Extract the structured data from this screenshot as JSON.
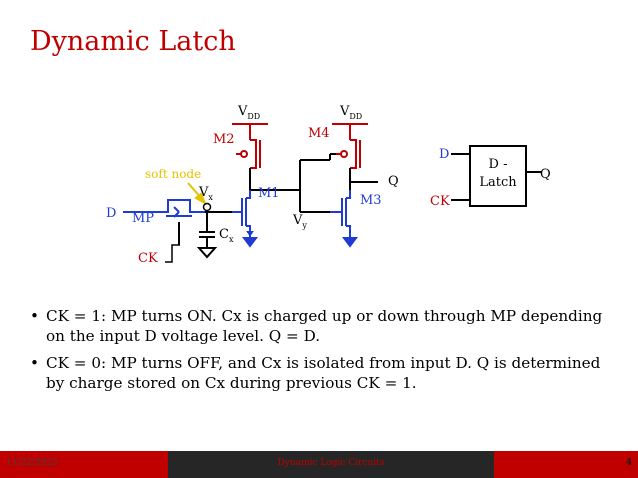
{
  "slide": {
    "title": "Dynamic Latch"
  },
  "diagram": {
    "labels": {
      "vdd_main": "V",
      "vdd_sub": "DD",
      "m1": "M1",
      "m2": "M2",
      "m3": "M3",
      "m4": "M4",
      "mp": "MP",
      "d_input": "D",
      "ck": "CK",
      "q_output": "Q",
      "vx_main": "V",
      "vx_sub": "x",
      "vy_main": "V",
      "vy_sub": "y",
      "cx_main": "C",
      "cx_sub": "x",
      "soft_node": "soft node"
    },
    "block": {
      "line1": "D -",
      "line2": "Latch",
      "d_pin": "D",
      "ck_pin": "CK",
      "q_pin": "Q"
    },
    "colors": {
      "red": "#c00000",
      "blue": "#1f3bd6",
      "yellow": "#e6c200",
      "black": "#000000"
    }
  },
  "bullets": [
    {
      "marker": "•",
      "text": "CK = 1: MP turns ON. Cx is charged up or down through MP depending on the input D voltage level. Q = D."
    },
    {
      "marker": "•",
      "text": "CK = 0: MP turns OFF, and Cx is isolated from input D. Q is determined by charge stored on Cx during previous CK = 1."
    }
  ],
  "footer": {
    "date": "11/22/2023",
    "title": "Dynamic Logic Circuits",
    "page": "4"
  }
}
